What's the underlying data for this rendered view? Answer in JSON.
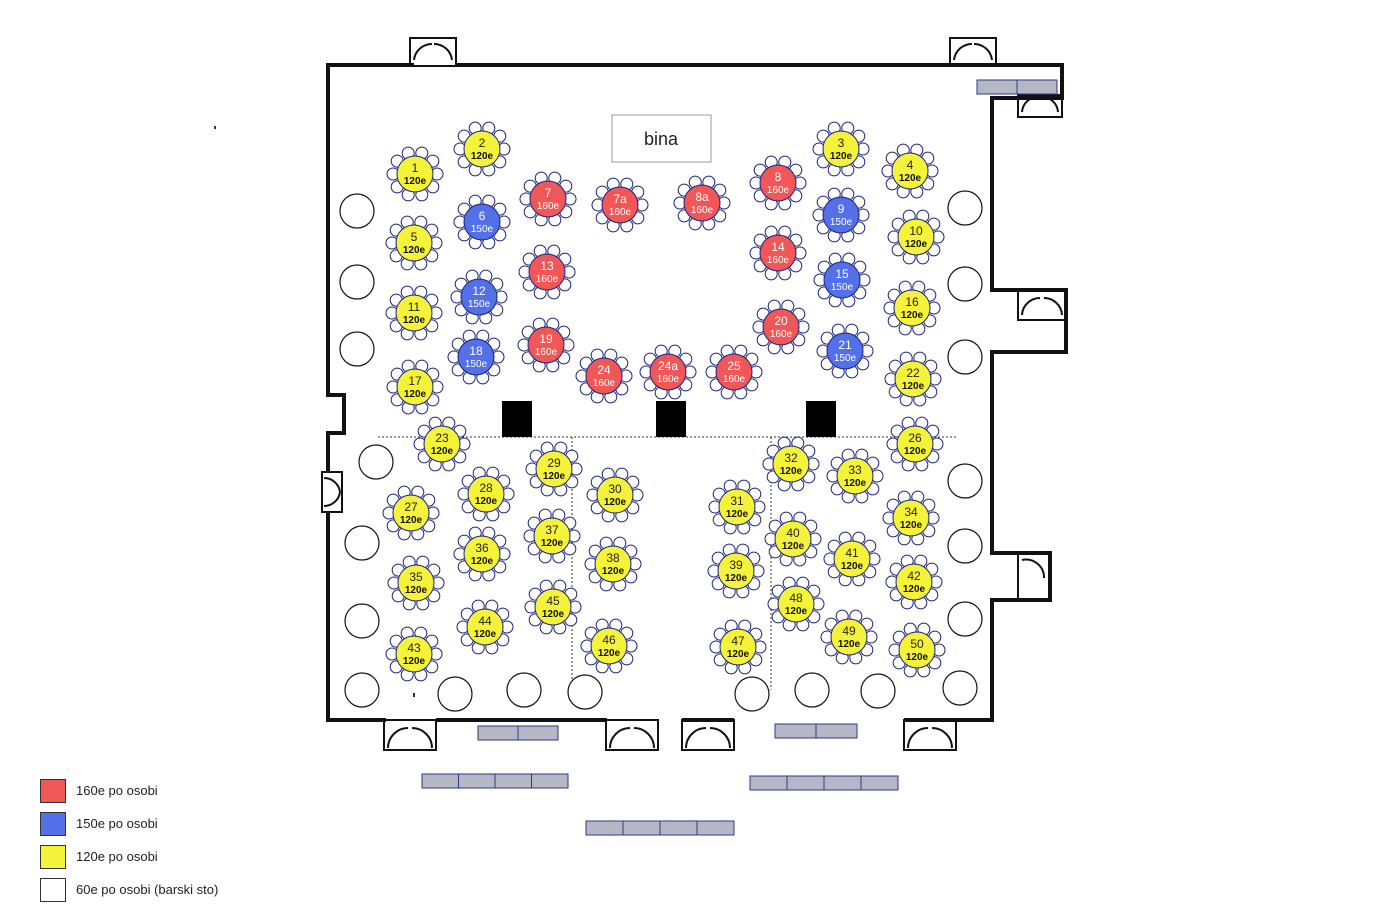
{
  "stage": {
    "label": "bina"
  },
  "colors": {
    "price_160": "#f25757",
    "price_150": "#5470e8",
    "price_120": "#f5f23a",
    "bar_table": "#ffffff"
  },
  "tables": [
    {
      "id": "1",
      "price": "120e"
    },
    {
      "id": "2",
      "price": "120e"
    },
    {
      "id": "3",
      "price": "120e"
    },
    {
      "id": "4",
      "price": "120e"
    },
    {
      "id": "5",
      "price": "120e"
    },
    {
      "id": "6",
      "price": "150e"
    },
    {
      "id": "7",
      "price": "160e"
    },
    {
      "id": "7a",
      "price": "160e"
    },
    {
      "id": "8a",
      "price": "160e"
    },
    {
      "id": "8",
      "price": "160e"
    },
    {
      "id": "9",
      "price": "150e"
    },
    {
      "id": "10",
      "price": "120e"
    },
    {
      "id": "11",
      "price": "120e"
    },
    {
      "id": "12",
      "price": "150e"
    },
    {
      "id": "13",
      "price": "160e"
    },
    {
      "id": "14",
      "price": "160e"
    },
    {
      "id": "15",
      "price": "150e"
    },
    {
      "id": "16",
      "price": "120e"
    },
    {
      "id": "17",
      "price": "120e"
    },
    {
      "id": "18",
      "price": "150e"
    },
    {
      "id": "19",
      "price": "160e"
    },
    {
      "id": "20",
      "price": "160e"
    },
    {
      "id": "21",
      "price": "150e"
    },
    {
      "id": "22",
      "price": "120e"
    },
    {
      "id": "23",
      "price": "120e"
    },
    {
      "id": "24",
      "price": "160e"
    },
    {
      "id": "24a",
      "price": "160e"
    },
    {
      "id": "25",
      "price": "160e"
    },
    {
      "id": "26",
      "price": "120e"
    },
    {
      "id": "27",
      "price": "120e"
    },
    {
      "id": "28",
      "price": "120e"
    },
    {
      "id": "29",
      "price": "120e"
    },
    {
      "id": "30",
      "price": "120e"
    },
    {
      "id": "31",
      "price": "120e"
    },
    {
      "id": "32",
      "price": "120e"
    },
    {
      "id": "33",
      "price": "120e"
    },
    {
      "id": "34",
      "price": "120e"
    },
    {
      "id": "35",
      "price": "120e"
    },
    {
      "id": "36",
      "price": "120e"
    },
    {
      "id": "37",
      "price": "120e"
    },
    {
      "id": "38",
      "price": "120e"
    },
    {
      "id": "39",
      "price": "120e"
    },
    {
      "id": "40",
      "price": "120e"
    },
    {
      "id": "41",
      "price": "120e"
    },
    {
      "id": "42",
      "price": "120e"
    },
    {
      "id": "43",
      "price": "120e"
    },
    {
      "id": "44",
      "price": "120e"
    },
    {
      "id": "45",
      "price": "120e"
    },
    {
      "id": "46",
      "price": "120e"
    },
    {
      "id": "47",
      "price": "120e"
    },
    {
      "id": "48",
      "price": "120e"
    },
    {
      "id": "49",
      "price": "120e"
    },
    {
      "id": "50",
      "price": "120e"
    }
  ],
  "legend": [
    {
      "key": "price_160",
      "label": "160e po osobi"
    },
    {
      "key": "price_150",
      "label": "150e po osobi"
    },
    {
      "key": "price_120",
      "label": "120e po osobi"
    },
    {
      "key": "bar_table",
      "label": "60e po osobi (barski sto)"
    }
  ]
}
